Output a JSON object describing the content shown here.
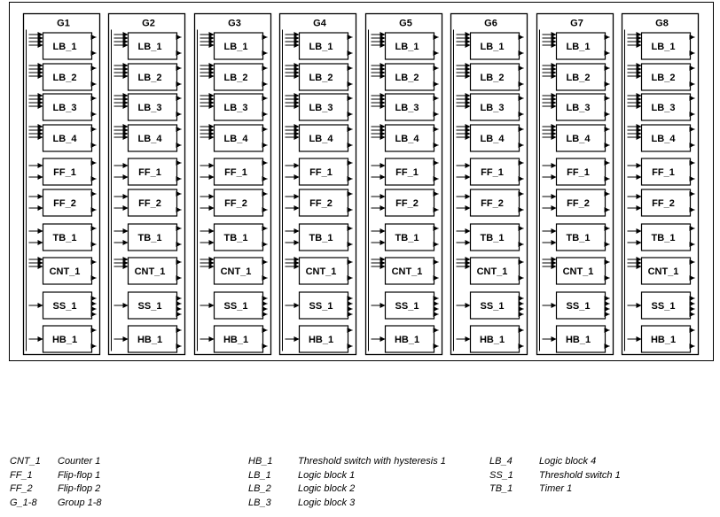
{
  "groups": [
    "G1",
    "G2",
    "G3",
    "G4",
    "G5",
    "G6",
    "G7",
    "G8"
  ],
  "blocks": [
    {
      "label": "LB_1",
      "inputs": 4,
      "outputs": 2
    },
    {
      "label": "LB_2",
      "inputs": 4,
      "outputs": 2
    },
    {
      "label": "LB_3",
      "inputs": 4,
      "outputs": 2
    },
    {
      "label": "LB_4",
      "inputs": 4,
      "outputs": 2
    },
    {
      "label": "FF_1",
      "inputs": 2,
      "outputs": 2
    },
    {
      "label": "FF_2",
      "inputs": 2,
      "outputs": 2
    },
    {
      "label": "TB_1",
      "inputs": 2,
      "outputs": 2
    },
    {
      "label": "CNT_1",
      "inputs": 3,
      "outputs": 2
    },
    {
      "label": "SS_1",
      "inputs": 1,
      "outputs": 4
    },
    {
      "label": "HB_1",
      "inputs": 1,
      "outputs": 2
    }
  ],
  "legend": {
    "col1": [
      {
        "abbr": "CNT_1",
        "desc": "Counter 1"
      },
      {
        "abbr": "FF_1",
        "desc": "Flip-flop 1"
      },
      {
        "abbr": "FF_2",
        "desc": "Flip-flop 2"
      },
      {
        "abbr": "G_1-8",
        "desc": "Group 1-8"
      }
    ],
    "col2": [
      {
        "abbr": "HB_1",
        "desc": "Threshold switch with hysteresis 1"
      },
      {
        "abbr": "LB_1",
        "desc": "Logic block 1"
      },
      {
        "abbr": "LB_2",
        "desc": "Logic block 2"
      },
      {
        "abbr": "LB_3",
        "desc": "Logic block 3"
      }
    ],
    "col3": [
      {
        "abbr": "LB_4",
        "desc": "Logic block 4"
      },
      {
        "abbr": "SS_1",
        "desc": "Threshold switch 1"
      },
      {
        "abbr": "TB_1",
        "desc": "Timer 1"
      }
    ]
  }
}
